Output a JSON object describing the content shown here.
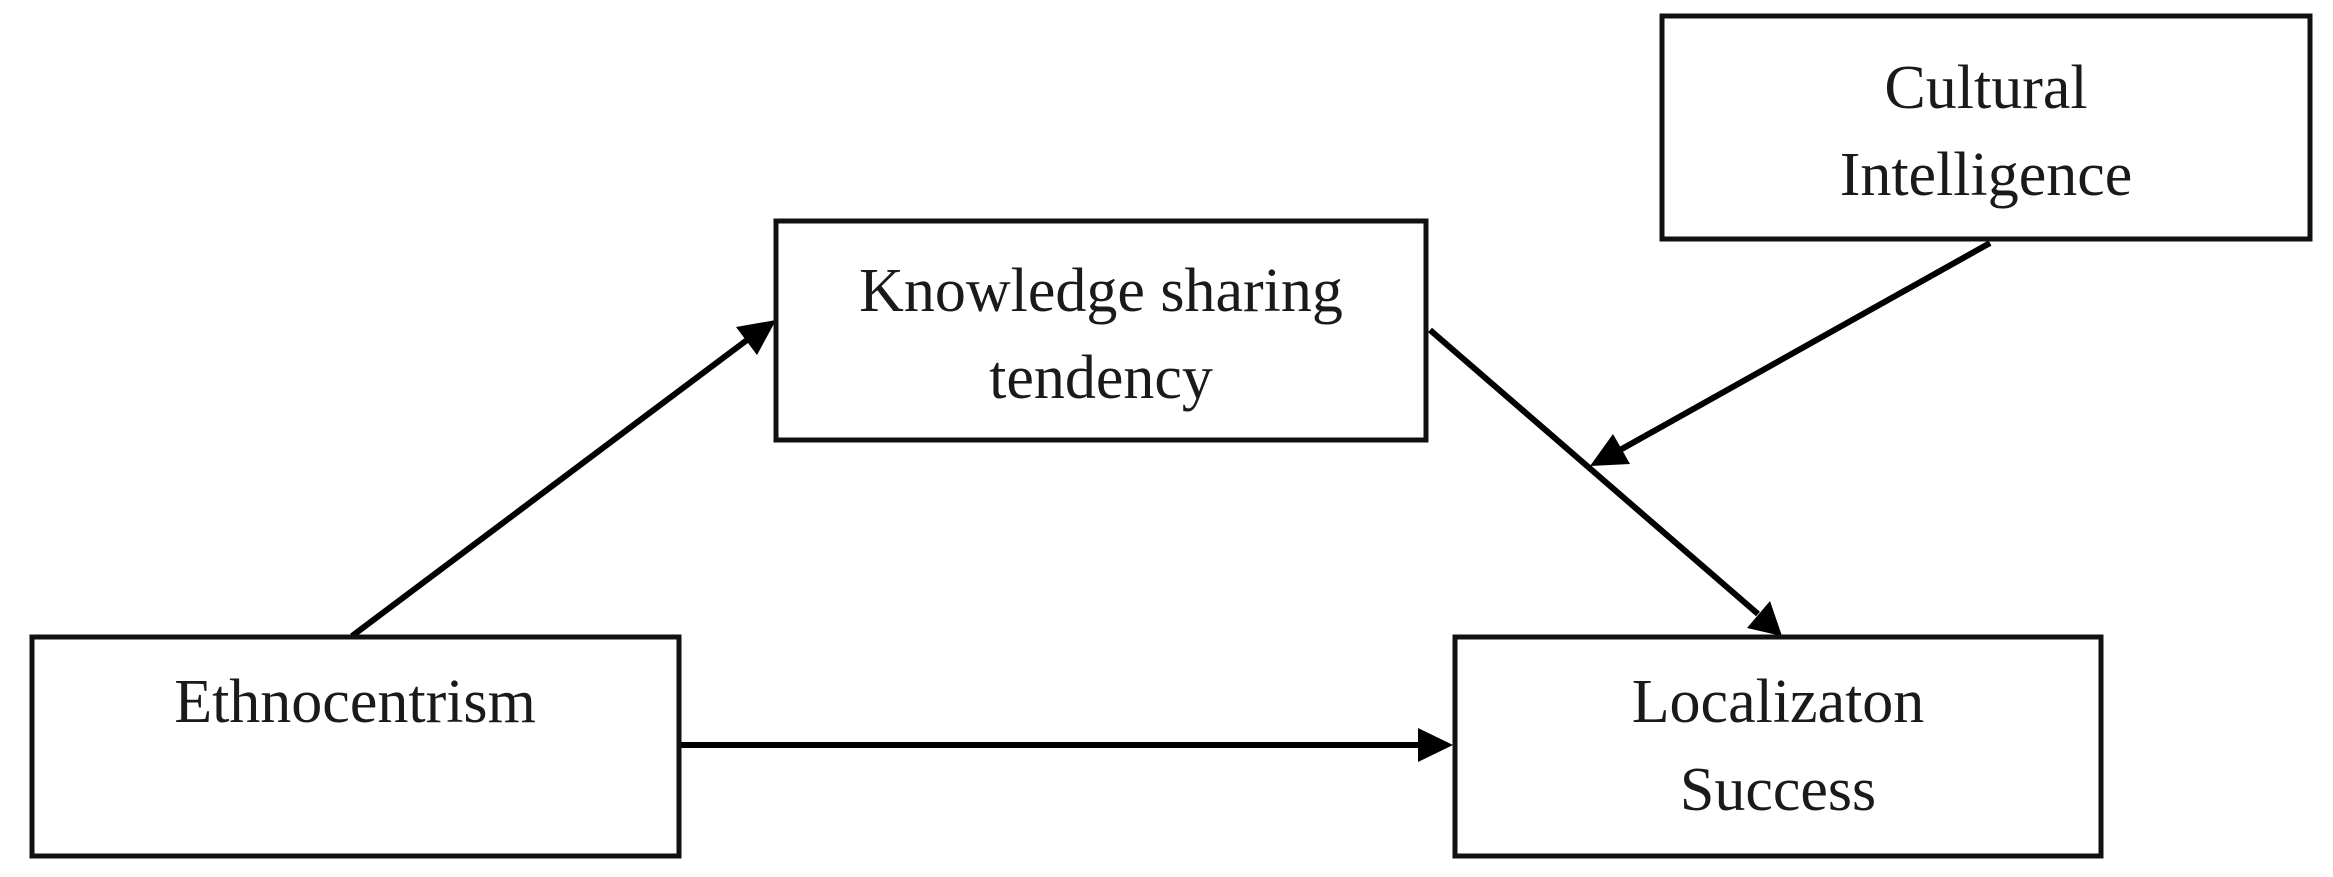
{
  "nodes": {
    "knowledge": {
      "line1": "Knowledge sharing",
      "line2": "tendency"
    },
    "cultural": {
      "line1": "Cultural",
      "line2": "Intelligence"
    },
    "ethnocentrism": {
      "line1": "Ethnocentrism"
    },
    "localization": {
      "line1": "Localizaton",
      "line2": "Success"
    }
  },
  "edges": [
    {
      "from": "Ethnocentrism",
      "to": "Knowledge sharing tendency"
    },
    {
      "from": "Knowledge sharing tendency",
      "to": "Localizaton Success"
    },
    {
      "from": "Ethnocentrism",
      "to": "Localizaton Success"
    },
    {
      "from": "Cultural Intelligence",
      "to": "Knowledge sharing tendency → Localizaton Success"
    }
  ]
}
